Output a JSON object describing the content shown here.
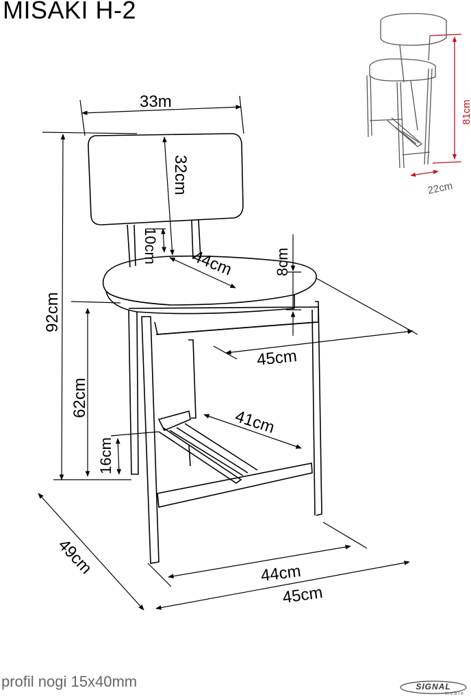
{
  "title": "MISAKI H-2",
  "footer_note": "profil nogi 15x40mm",
  "brand": {
    "name": "SIGNAL",
    "sub": "meble"
  },
  "dimensions": {
    "backrest_width": "33m",
    "backrest_height": "32cm",
    "backrest_gap": "10cm",
    "seat_depth": "44cm",
    "seat_thickness": "8cm",
    "seat_width": "45cm",
    "total_height": "92cm",
    "seat_height": "62cm",
    "footrest_height": "16cm",
    "footrest_width": "41cm",
    "base_depth": "49cm",
    "base_width_inner": "44cm",
    "base_width_outer": "45cm"
  },
  "inset": {
    "height": "81cm",
    "depth": "22cm"
  },
  "colors": {
    "lines": "#000000",
    "inset_dims": "#c0141c",
    "inset_lines": "#555555",
    "footer": "#666666"
  }
}
